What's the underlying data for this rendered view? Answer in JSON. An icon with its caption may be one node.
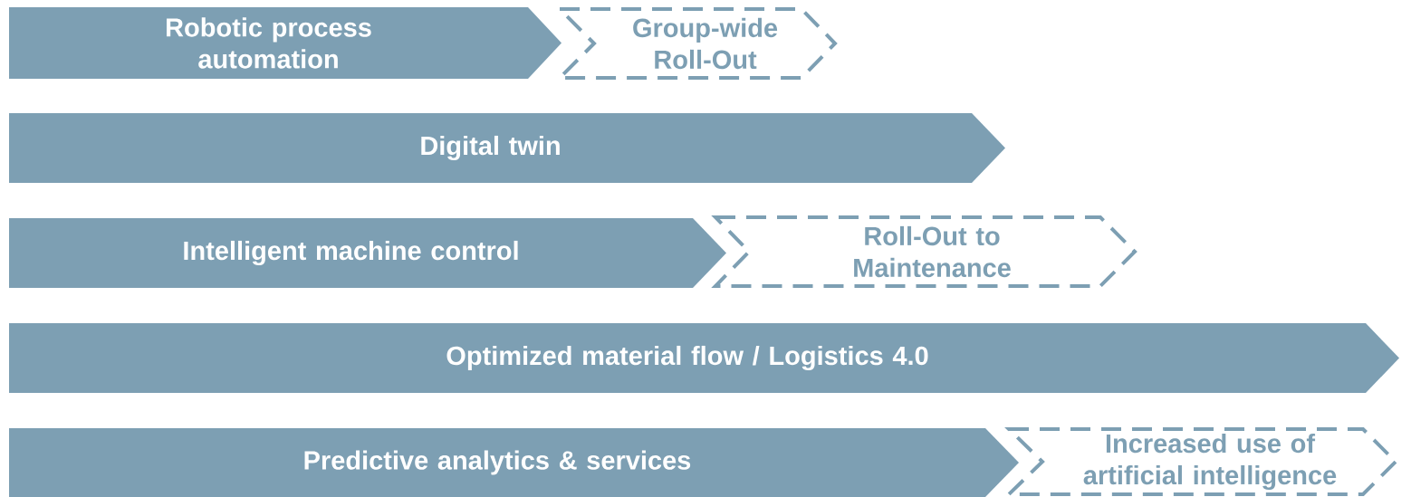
{
  "diagram": {
    "nodes": [
      {
        "text": [
          "Robotic process automation"
        ]
      },
      {
        "text": [
          "Group-wide Roll-Out"
        ]
      },
      {
        "text": [
          "Digital twin"
        ]
      },
      {
        "text": [
          "Intelligent machine control"
        ]
      },
      {
        "text": [
          "Roll-Out to Maintenance"
        ]
      },
      {
        "text": [
          "Optimized material flow / Logistics 4.0"
        ]
      },
      {
        "text": [
          "Predictive analytics & services"
        ]
      },
      {
        "text": [
          "Increased use of artificial intelligence"
        ]
      }
    ]
  }
}
